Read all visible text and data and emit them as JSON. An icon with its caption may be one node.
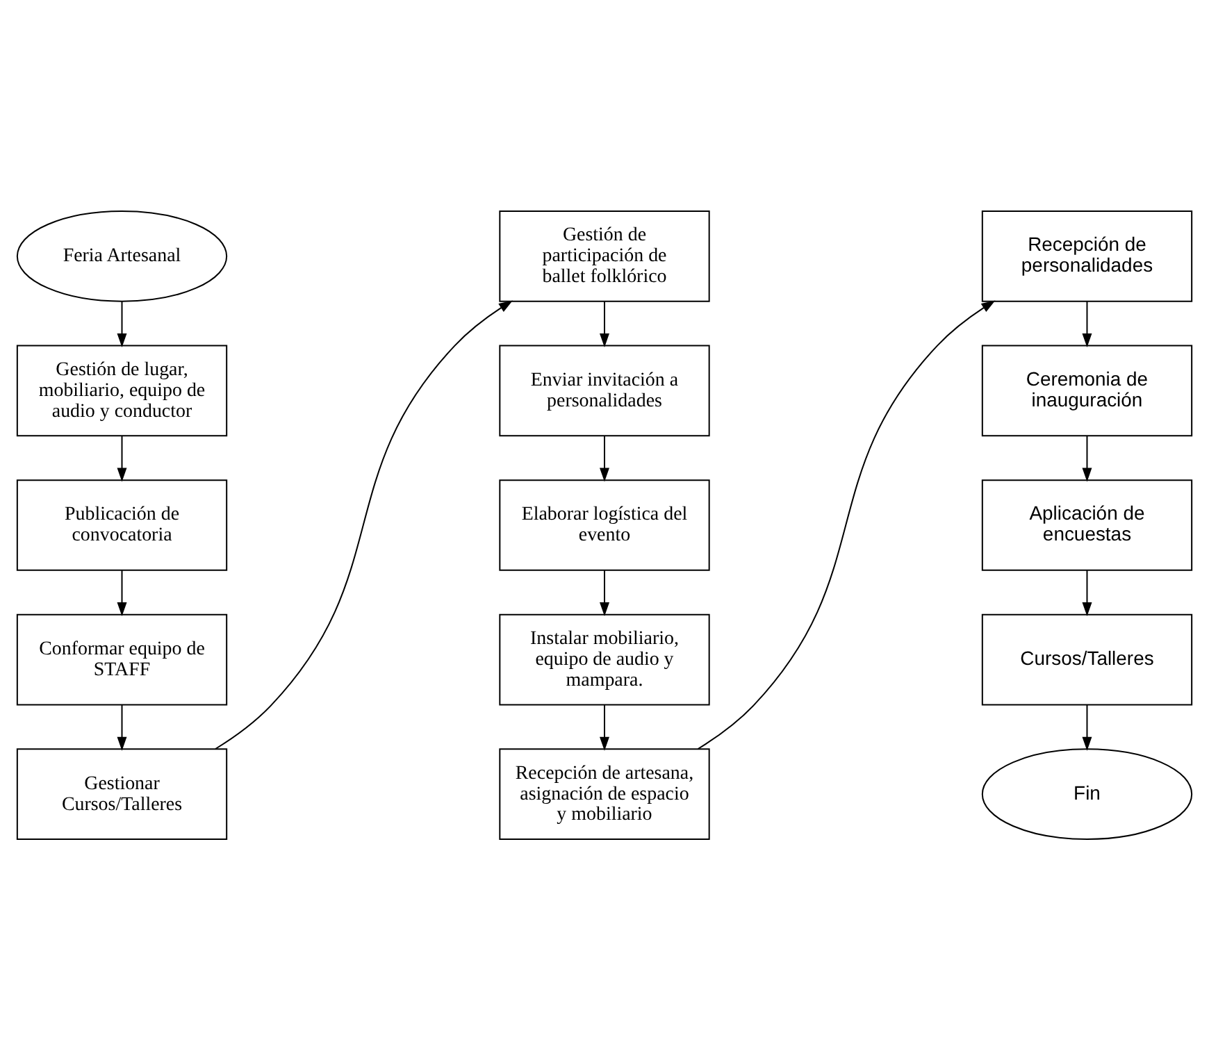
{
  "diagram": {
    "nodes": [
      {
        "text": [
          "Feria Artesanal"
        ]
      },
      {
        "text": [
          "Gestión de lugar, mobiliario, equipo de audio y conductor"
        ]
      },
      {
        "text": [
          "Publicación de convocatoria"
        ]
      },
      {
        "text": [
          "Conformar equipo de STAFF"
        ]
      },
      {
        "text": [
          "Gestionar Cursos/Talleres"
        ]
      },
      {
        "text": [
          "Gestión de participación de ballet folklórico"
        ]
      },
      {
        "text": [
          "Enviar invitación a personalidades"
        ]
      },
      {
        "text": [
          "Elaborar logística del evento"
        ]
      },
      {
        "text": [
          "Instalar mobiliario, equipo de audio y mampara."
        ]
      },
      {
        "text": [
          "Recepción de artesana, asignación de espacio y mobiliario"
        ]
      },
      {
        "text": [
          "Recepción de personalidades"
        ]
      },
      {
        "text": [
          "Ceremonia de inauguración"
        ]
      },
      {
        "text": [
          "Aplicación de encuestas"
        ]
      },
      {
        "text": [
          "Cursos/Talleres"
        ]
      },
      {
        "text": [
          "Fin"
        ]
      }
    ],
    "edges": [
      {
        "from": 0,
        "to": 1,
        "arrow": "to"
      },
      {
        "from": 1,
        "to": 2,
        "arrow": "to"
      },
      {
        "from": 2,
        "to": 3,
        "arrow": "to"
      },
      {
        "from": 3,
        "to": 4,
        "arrow": "to"
      },
      {
        "from": 4,
        "to": 5,
        "arrow": "to"
      },
      {
        "from": 5,
        "to": 6,
        "arrow": "to"
      },
      {
        "from": 6,
        "to": 7,
        "arrow": "to"
      },
      {
        "from": 7,
        "to": 8,
        "arrow": "to"
      },
      {
        "from": 8,
        "to": 9,
        "arrow": "to"
      },
      {
        "from": 9,
        "to": 10,
        "arrow": "to"
      },
      {
        "from": 10,
        "to": 11,
        "arrow": "to"
      },
      {
        "from": 11,
        "to": 12,
        "arrow": "to"
      },
      {
        "from": 12,
        "to": 13,
        "arrow": "to"
      },
      {
        "from": 13,
        "to": 14,
        "arrow": "to"
      }
    ]
  }
}
